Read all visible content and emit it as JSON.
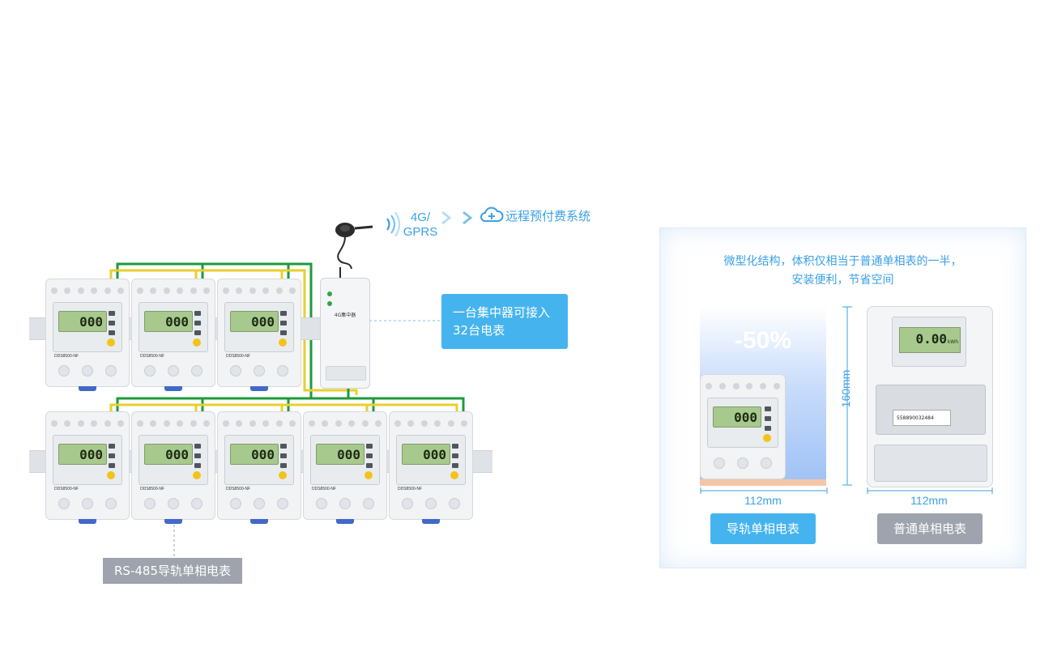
{
  "network": {
    "label_line1": "4G/",
    "label_line2": "GPRS",
    "remote_system": "远程预付费系统"
  },
  "concentrator": {
    "model": "4G集中器"
  },
  "callout": {
    "line1": "一台集中器可接入",
    "line2": "32台电表"
  },
  "rail_meters": {
    "model_label": "DDS8500-NF",
    "reading": "000",
    "tag": "RS-485导轨单相电表"
  },
  "comparison": {
    "headline_line1": "微型化结构，体积仅相当于普通单相表的一半，",
    "headline_line2": "安装便利，节省空间",
    "reduction": "-50%",
    "height_dim": "160mm",
    "rail_width_dim": "112mm",
    "normal_width_dim": "112mm",
    "rail_button": "导轨单相电表",
    "normal_button": "普通单相电表",
    "normal_meter": {
      "display": "0.00",
      "unit": "kWh",
      "serial": "558890032484"
    }
  },
  "colors": {
    "accent": "#45b4ee",
    "tag_gray": "#9ea3ad",
    "wire_green": "#1e9a3c",
    "wire_yellow": "#e8cf2e"
  }
}
